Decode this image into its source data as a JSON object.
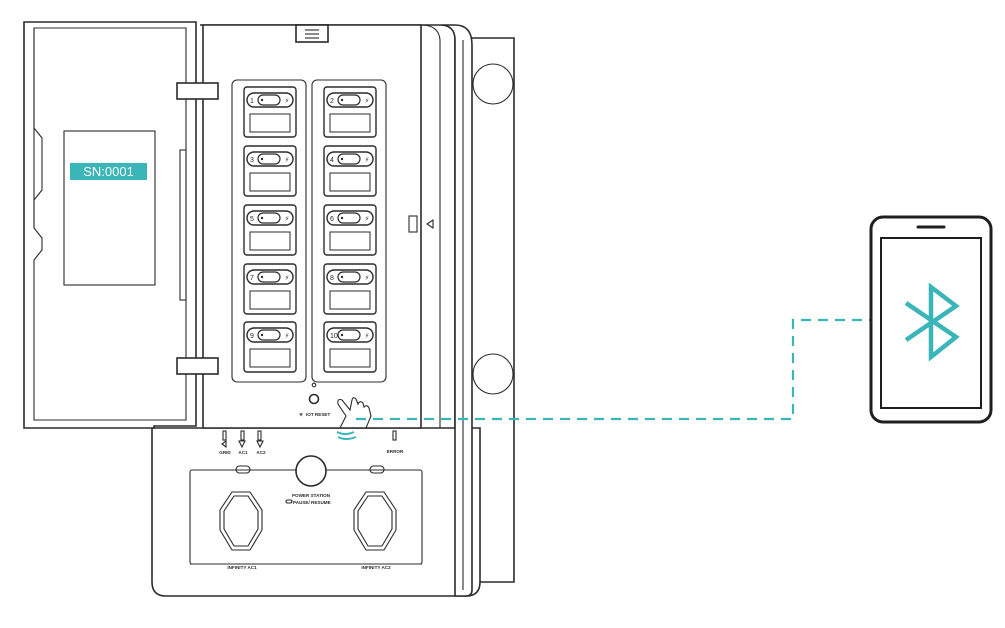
{
  "label": {
    "serial": "SN:0001",
    "reset": "IOT RESET",
    "grid": "GRID",
    "ac1": "AC1",
    "ac2": "AC2",
    "error": "ERROR",
    "power_station": "POWER STATION",
    "pause_resume": "PAUSE/ RESUME",
    "infinity_ac1": "INFINITY AC1",
    "infinity_ac2": "INFINITY AC2"
  },
  "breakers": [
    "1",
    "2",
    "3",
    "4",
    "5",
    "6",
    "7",
    "8",
    "9",
    "10"
  ],
  "colors": {
    "accent": "#3ab5b8",
    "line": "#2b2b2b",
    "background": "#ffffff"
  },
  "icons": [
    "bluetooth-icon",
    "hand-pointer-icon",
    "wifi-icon",
    "menu-icon"
  ]
}
